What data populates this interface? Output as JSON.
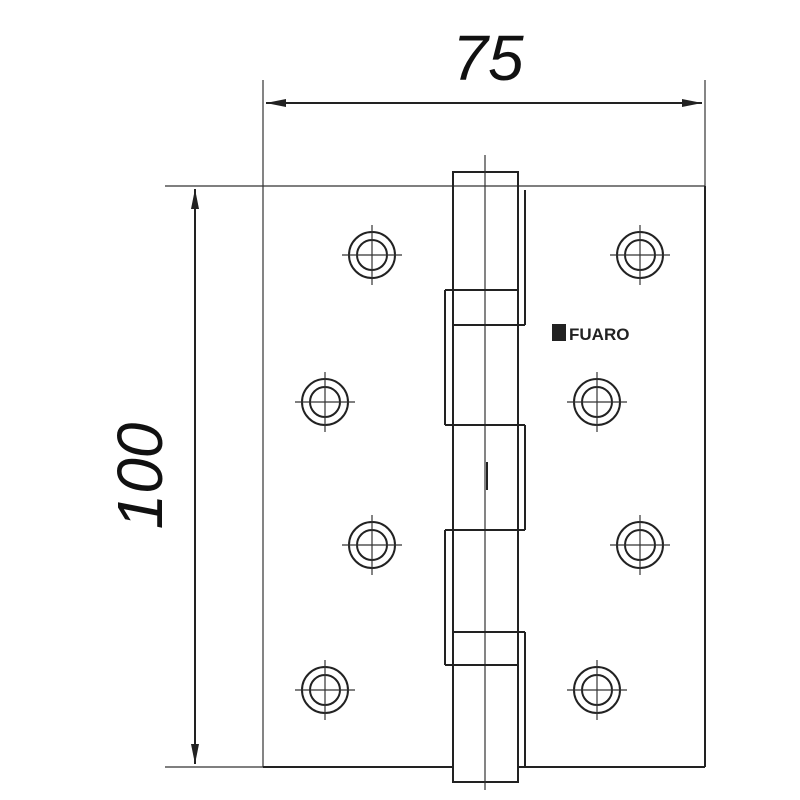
{
  "dimensions": {
    "width_label": "75",
    "height_label": "100"
  },
  "logo": {
    "text": "FUARO"
  },
  "screw_holes": {
    "left_column": 4,
    "right_column": 4
  },
  "colors": {
    "line": "#222222",
    "background": "#ffffff"
  }
}
